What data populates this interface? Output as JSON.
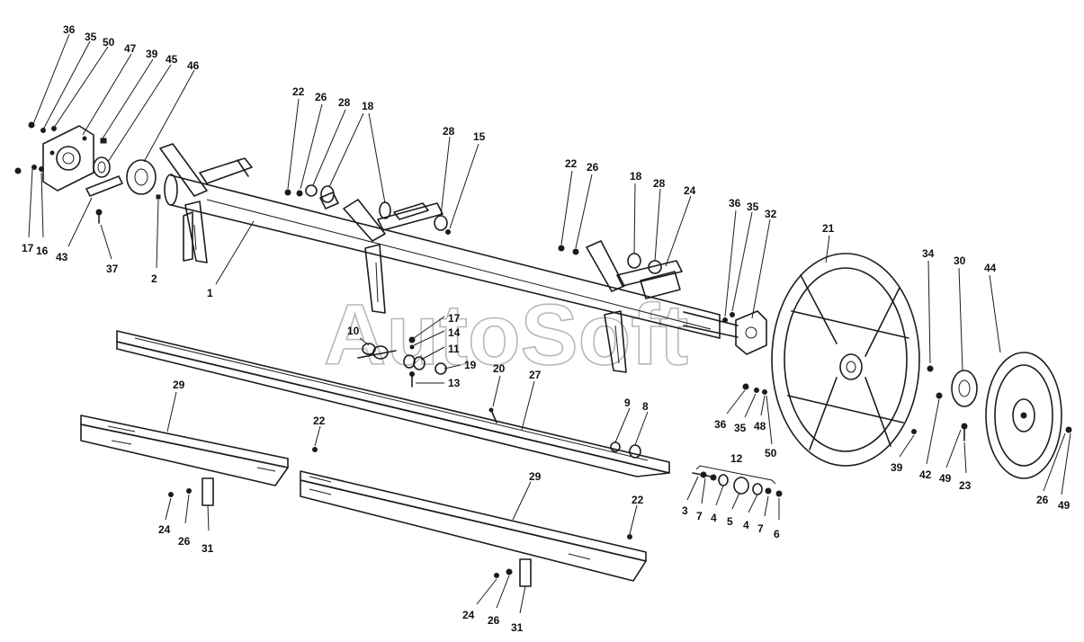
{
  "watermark": "AutoSoft",
  "callouts": [
    "36",
    "35",
    "50",
    "47",
    "39",
    "45",
    "46",
    "17",
    "16",
    "43",
    "37",
    "2",
    "1",
    "22",
    "26",
    "28",
    "18",
    "28",
    "15",
    "10",
    "17",
    "14",
    "11",
    "19",
    "13",
    "20",
    "27",
    "22",
    "26",
    "18",
    "28",
    "24",
    "36",
    "35",
    "32",
    "21",
    "34",
    "30",
    "44",
    "36",
    "35",
    "48",
    "50",
    "39",
    "42",
    "49",
    "23",
    "26",
    "49",
    "29",
    "22",
    "24",
    "26",
    "31",
    "9",
    "8",
    "12",
    "3",
    "7",
    "4",
    "5",
    "4",
    "7",
    "6",
    "29",
    "22",
    "24",
    "26",
    "31"
  ]
}
